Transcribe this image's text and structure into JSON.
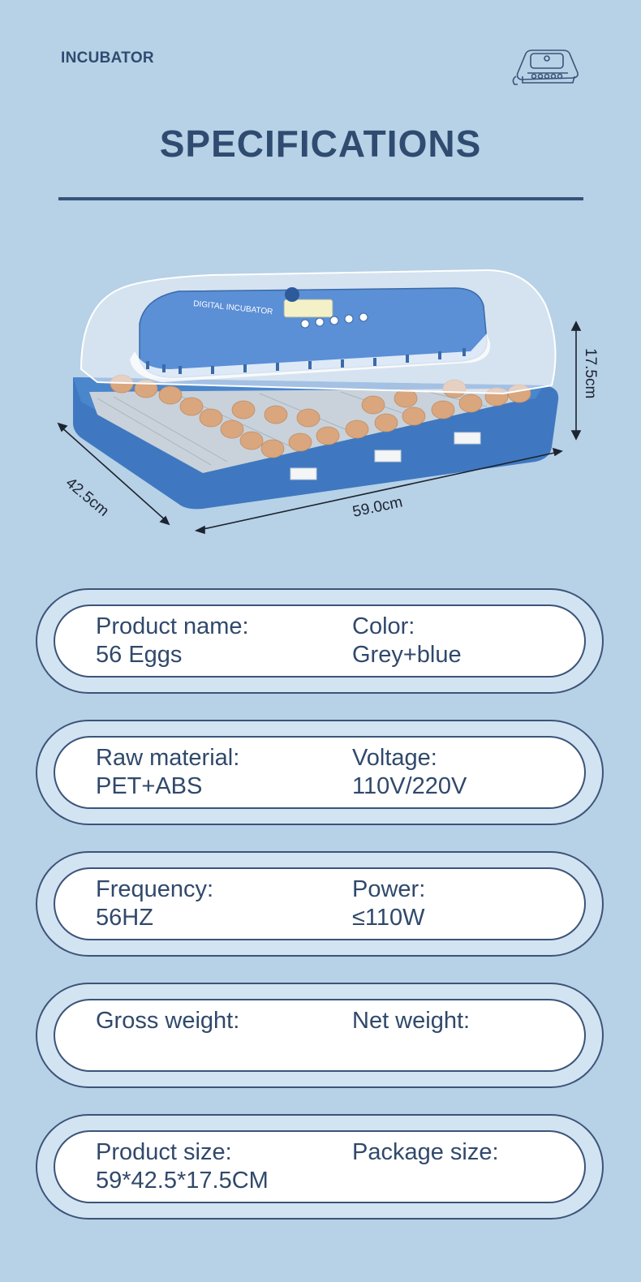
{
  "header": {
    "brand": "INCUBATOR",
    "title": "SPECIFICATIONS",
    "logo_icon": "incubator-icon"
  },
  "product_image": {
    "device_label": "DIGITAL INCUBATOR",
    "dimensions": {
      "depth": "42.5cm",
      "width": "59.0cm",
      "height": "17.5cm"
    },
    "colors": {
      "base": "#3f78c0",
      "panel": "#5b8fd6",
      "egg": "#d9a67e",
      "lid": "#e6edf4"
    }
  },
  "specs": [
    {
      "left": {
        "label": "Product name:",
        "value": "56 Eggs"
      },
      "right": {
        "label": "Color:",
        "value": "Grey+blue"
      }
    },
    {
      "left": {
        "label": "Raw material:",
        "value": "PET+ABS"
      },
      "right": {
        "label": "Voltage:",
        "value": "110V/220V"
      }
    },
    {
      "left": {
        "label": "Frequency:",
        "value": "56HZ"
      },
      "right": {
        "label": "Power:",
        "value": "≤110W"
      }
    },
    {
      "left": {
        "label": "Gross weight:",
        "value": ""
      },
      "right": {
        "label": "Net weight:",
        "value": ""
      }
    },
    {
      "left": {
        "label": "Product size:",
        "value": "59*42.5*17.5CM"
      },
      "right": {
        "label": "Package size:",
        "value": ""
      }
    }
  ],
  "theme": {
    "background": "#b7d1e7",
    "text": "#30496b",
    "card": "#d2e3f2",
    "border": "#3b5478"
  }
}
